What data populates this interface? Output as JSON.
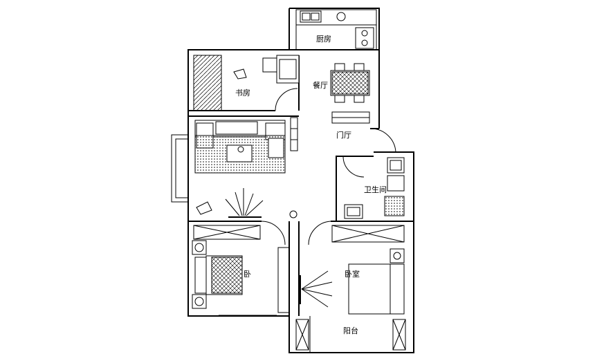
{
  "rooms": {
    "kitchen": "厨房",
    "dining": "餐厅",
    "study": "书房",
    "entry": "门厅",
    "bathroom": "卫生间",
    "master_bedroom": "卧室",
    "bedroom": "卧",
    "balcony": "阳台"
  },
  "icons": {
    "stove": "gas-stove-icon",
    "sink": "sink-icon",
    "tree": "plant-icon"
  }
}
